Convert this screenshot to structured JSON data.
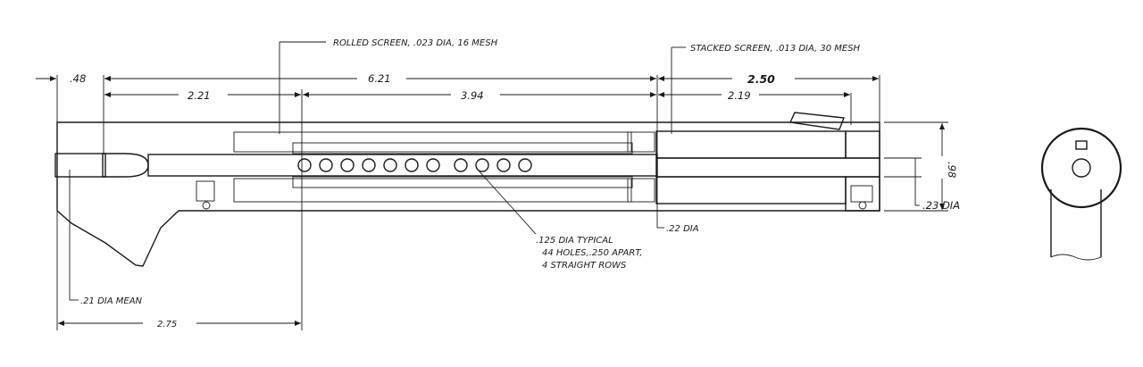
{
  "labels": {
    "rolled_screen": "ROLLED SCREEN, .023 DIA, 16 MESH",
    "stacked_screen": "STACKED SCREEN, .013 DIA, 30 MESH",
    "dim_048": ".48",
    "dim_621": "6.21",
    "dim_250": "2.50",
    "dim_221": "2.21",
    "dim_394": "3.94",
    "dim_219": "2.19",
    "dim_098": ".98",
    "dim_023_dia": ".23  DIA",
    "dim_022_dia": ".22  DIA",
    "holes_line1": ".125 DIA TYPICAL",
    "holes_line2": "44 HOLES,.250 APART,",
    "holes_line3": "4 STRAIGHT ROWS",
    "dim_021_dia_mean": ".21  DIA MEAN",
    "dim_275": "2.75"
  }
}
